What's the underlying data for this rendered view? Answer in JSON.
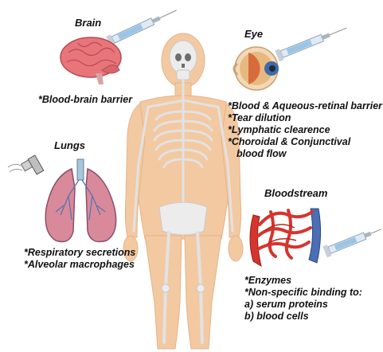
{
  "brain": {
    "title": "Brain",
    "barrier": "*Blood-brain barrier"
  },
  "eye": {
    "title": "Eye",
    "items": [
      "*Blood & Aqueous-retinal barrier",
      "*Tear dilution",
      "*Lymphatic clearence",
      "*Choroidal & Conjunctival",
      "blood flow"
    ]
  },
  "lungs": {
    "title": "Lungs",
    "items": [
      "*Respiratory secretions",
      "*Alveolar macrophages"
    ]
  },
  "bloodstream": {
    "title": "Bloodstream",
    "items": [
      "*Enzymes",
      "*Non-specific binding to:",
      "a) serum proteins",
      "b) blood cells"
    ]
  },
  "colors": {
    "body": "#f3c9a2",
    "bone": "#ececec",
    "brain": "#e8757a",
    "lung": "#d98a9a",
    "vessel_red": "#d6342e",
    "vessel_blue": "#4a6fb5"
  }
}
